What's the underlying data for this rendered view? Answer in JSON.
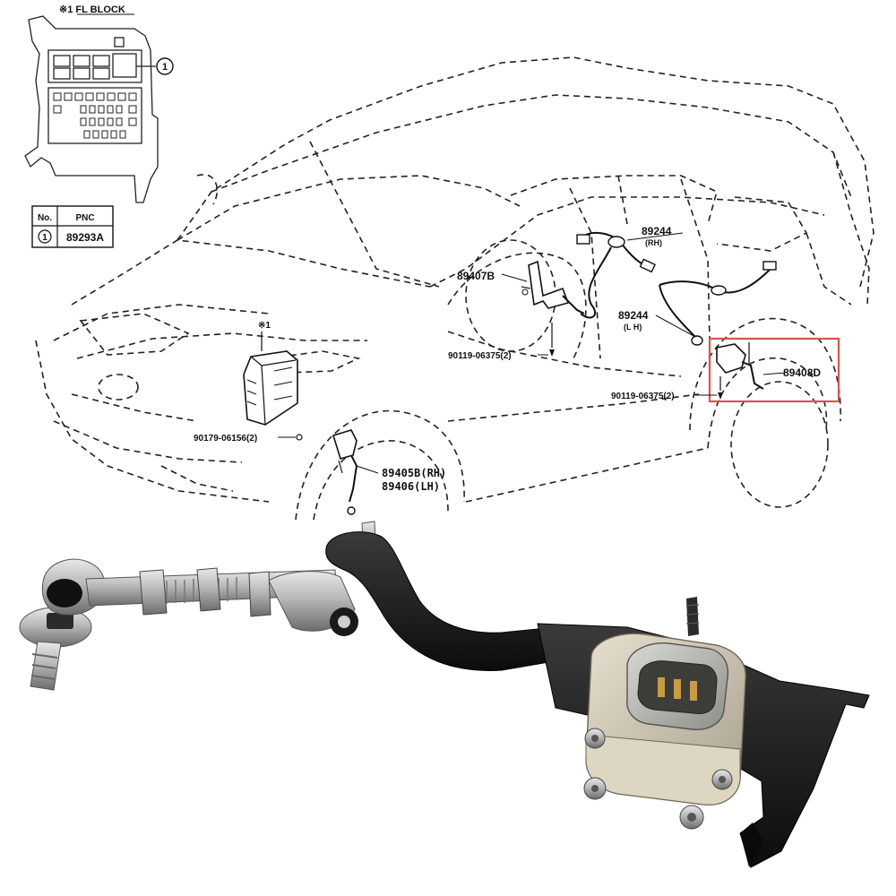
{
  "diagram": {
    "fl_block_title": "※1 FL BLOCK",
    "callout_circle_1": "1",
    "table": {
      "headers": [
        "No.",
        "PNC"
      ],
      "rows": [
        [
          "1",
          "89293A"
        ]
      ]
    },
    "ref_mark": "※1",
    "parts": {
      "p89244_rh": "89244",
      "p89244_rh_side": "(RH)",
      "p89244_lh": "89244",
      "p89244_lh_side": "(L H)",
      "p89407b": "89407B",
      "p90119_a": "90119-06375(2)",
      "p90119_b": "90119-06375(2)",
      "p89408d": "89408D",
      "p90179": "90179-06156(2)",
      "p89405b": "89405B(RH)",
      "p89406": "89406(LH)"
    },
    "highlight_color": "#d9534f"
  },
  "photo": {
    "subject": "headlight level height sensor with adjustable linkage arm and bracket"
  }
}
